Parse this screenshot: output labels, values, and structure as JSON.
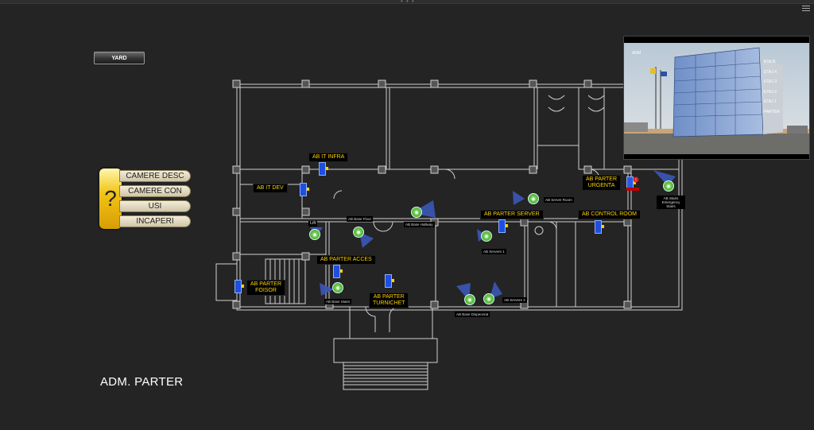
{
  "toolbar": {
    "yard_label": "YARD"
  },
  "legend": {
    "mark": "?",
    "items": [
      {
        "label": "CAMERE DESC"
      },
      {
        "label": "CAMERE CON"
      },
      {
        "label": "USI"
      },
      {
        "label": "INCAPERI"
      }
    ]
  },
  "page": {
    "title": "ADM. PARTER"
  },
  "rooms": {
    "it_infra": "AB IT INFRA",
    "it_dev": "AB IT DEV",
    "lift": "Lift",
    "base_floor": "AB Base Floor",
    "base_hallway": "AB Base Hallway",
    "parter_acces": "AB PARTER ACCES",
    "parter_foisor_1": "AB PARTER",
    "parter_foisor_2": "FOISOR",
    "base_stairs": "AB Base Stairs",
    "parter_turnichet_1": "AB PARTER",
    "parter_turnichet_2": "TURNICHET",
    "parter_server": "AB PARTER SERVER",
    "server_room": "AB Server Room",
    "server_1": "AB Servere 1",
    "server_2": "AB Servere 2",
    "base_dispecerat": "AB Base Dispecerat",
    "parter_urgenta_1": "AB PARTER",
    "parter_urgenta_2": "URGENTA",
    "control_room": "AB CONTROL ROOM",
    "stairs_emergency": "AB Stairs Emergency Stairs"
  },
  "preview": {
    "caption": "ADM",
    "floors": [
      "ETAJ5",
      "ETAJ 4",
      "ETAJ 3",
      "ETAJ 2",
      "ETAJ 1",
      "PARTER"
    ]
  },
  "colors": {
    "label_text": "#ffd400",
    "door": "#1f4fe0",
    "camera": "#3a9a25",
    "camera_cone": "#3c57b8",
    "legend_gold": "#f2c516"
  }
}
